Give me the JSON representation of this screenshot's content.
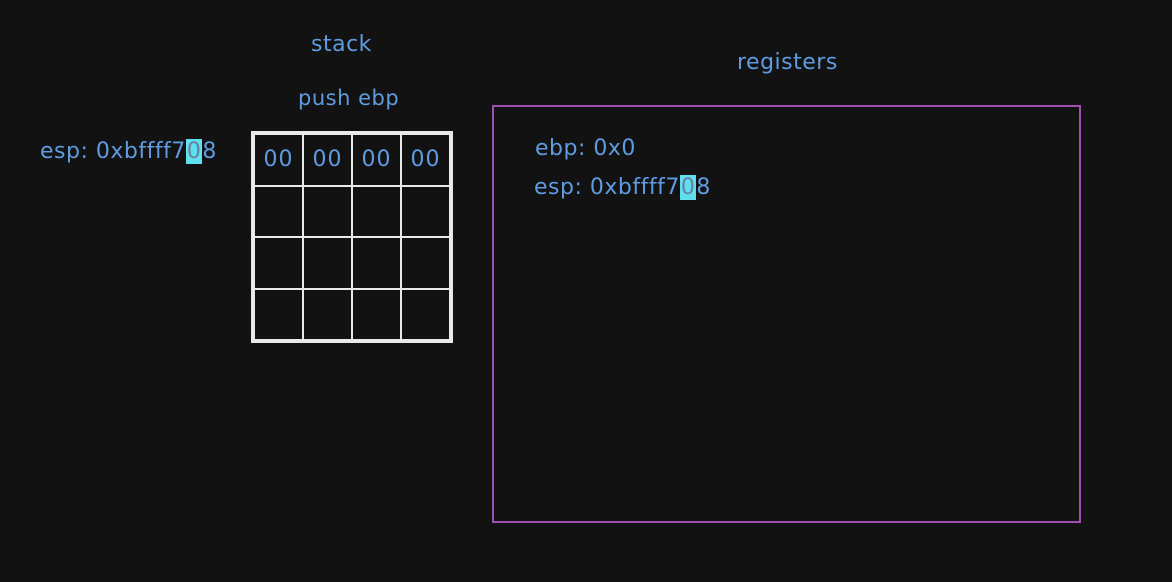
{
  "stack": {
    "title": "stack",
    "subtitle": "push ebp",
    "cells": [
      [
        "00",
        "00",
        "00",
        "00"
      ],
      [
        "",
        "",
        "",
        ""
      ],
      [
        "",
        "",
        "",
        ""
      ],
      [
        "",
        "",
        "",
        ""
      ]
    ],
    "esp_label": {
      "prefix": "esp: 0xbffff7",
      "highlight": "0",
      "suffix": "8"
    }
  },
  "registers": {
    "title": "registers",
    "ebp": "ebp: 0x0",
    "esp": {
      "prefix": "esp: 0xbffff7",
      "highlight": "0",
      "suffix": "8"
    }
  },
  "colors": {
    "background": "#121212",
    "text": "#5f9be0",
    "grid": "#e9e9e9",
    "registers_border": "#a050b5",
    "highlight": "#5ee0ee"
  }
}
